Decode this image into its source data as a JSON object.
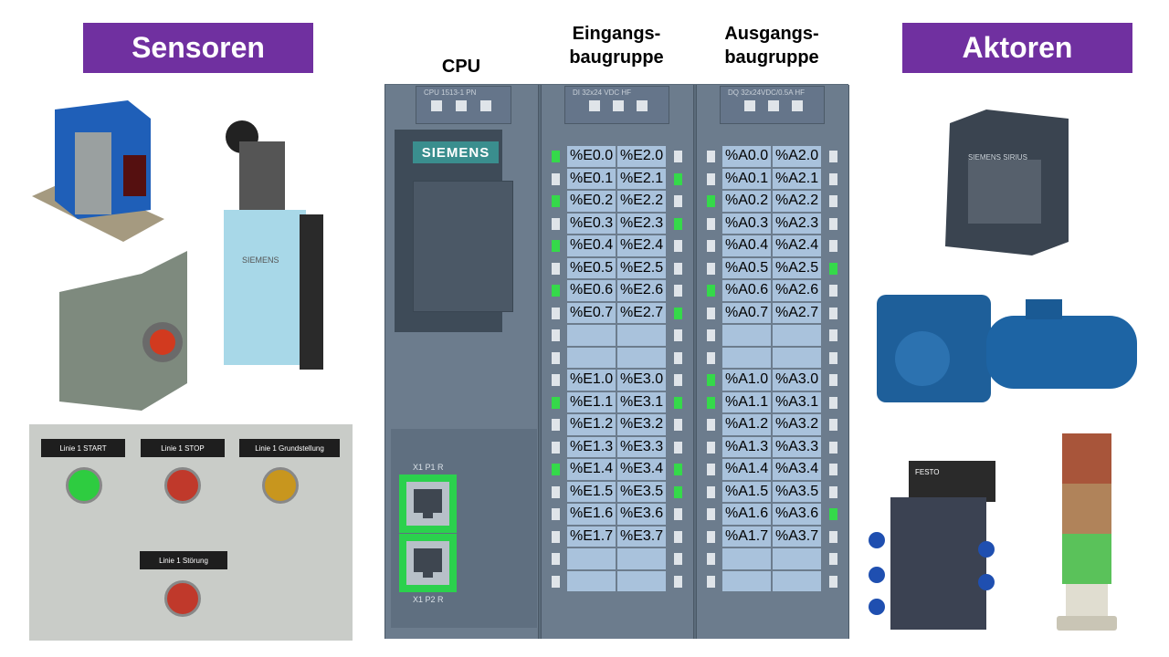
{
  "sensors_title": "Sensoren",
  "actuators_title": "Aktoren",
  "headers": {
    "cpu": "CPU",
    "input": "Eingangs-\nbaugruppe",
    "output": "Ausgangs-\nbaugruppe"
  },
  "cpu": {
    "model": "CPU 1513-1 PN",
    "brand": "SIEMENS",
    "port1": "X1 P1 R",
    "port2": "X1 P2 R"
  },
  "input_module": {
    "model": "DI 32x24 VDC HF",
    "rows": [
      [
        "%E0.0",
        "%E2.0"
      ],
      [
        "%E0.1",
        "%E2.1"
      ],
      [
        "%E0.2",
        "%E2.2"
      ],
      [
        "%E0.3",
        "%E2.3"
      ],
      [
        "%E0.4",
        "%E2.4"
      ],
      [
        "%E0.5",
        "%E2.5"
      ],
      [
        "%E0.6",
        "%E2.6"
      ],
      [
        "%E0.7",
        "%E2.7"
      ],
      [
        "",
        ""
      ],
      [
        "",
        ""
      ],
      [
        "%E1.0",
        "%E3.0"
      ],
      [
        "%E1.1",
        "%E3.1"
      ],
      [
        "%E1.2",
        "%E3.2"
      ],
      [
        "%E1.3",
        "%E3.3"
      ],
      [
        "%E1.4",
        "%E3.4"
      ],
      [
        "%E1.5",
        "%E3.5"
      ],
      [
        "%E1.6",
        "%E3.6"
      ],
      [
        "%E1.7",
        "%E3.7"
      ],
      [
        "",
        ""
      ],
      [
        "",
        ""
      ]
    ],
    "left_leds_on": [
      0,
      2,
      4,
      6,
      11,
      14
    ],
    "right_leds_on": [
      1,
      3,
      7,
      11,
      14,
      15
    ]
  },
  "output_module": {
    "model": "DQ 32x24VDC/0.5A HF",
    "rows": [
      [
        "%A0.0",
        "%A2.0"
      ],
      [
        "%A0.1",
        "%A2.1"
      ],
      [
        "%A0.2",
        "%A2.2"
      ],
      [
        "%A0.3",
        "%A2.3"
      ],
      [
        "%A0.4",
        "%A2.4"
      ],
      [
        "%A0.5",
        "%A2.5"
      ],
      [
        "%A0.6",
        "%A2.6"
      ],
      [
        "%A0.7",
        "%A2.7"
      ],
      [
        "",
        ""
      ],
      [
        "",
        ""
      ],
      [
        "%A1.0",
        "%A3.0"
      ],
      [
        "%A1.1",
        "%A3.1"
      ],
      [
        "%A1.2",
        "%A3.2"
      ],
      [
        "%A1.3",
        "%A3.3"
      ],
      [
        "%A1.4",
        "%A3.4"
      ],
      [
        "%A1.5",
        "%A3.5"
      ],
      [
        "%A1.6",
        "%A3.6"
      ],
      [
        "%A1.7",
        "%A3.7"
      ],
      [
        "",
        ""
      ],
      [
        "",
        ""
      ]
    ],
    "left_leds_on": [
      2,
      6,
      10,
      11
    ],
    "right_leds_on": [
      5,
      16
    ]
  },
  "button_panel": {
    "start": "Linie 1 START",
    "stop": "Linie 1 STOP",
    "home": "Linie 1 Grundstellung",
    "fault": "Linie 1 Störung"
  },
  "device_labels": {
    "contactor": "SIEMENS SIRIUS",
    "valve": "FESTO",
    "limit_switch": "SIEMENS"
  },
  "colors": {
    "accent": "#7030a0",
    "module": "#6c7c8d",
    "address_cell": "#a9c2dc",
    "led_on": "#35d94a",
    "siemens_teal": "#3a8e8e"
  }
}
